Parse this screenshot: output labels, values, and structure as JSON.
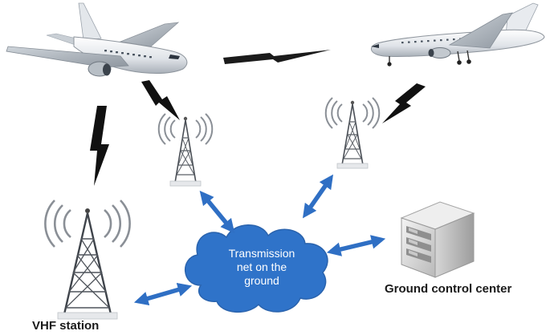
{
  "labels": {
    "vhf_station": "VHF station",
    "ground_control_center": "Ground control center",
    "cloud_line1": "Transmission",
    "cloud_line2": "net on the",
    "cloud_line3": "ground"
  },
  "colors": {
    "cloud": "#2f73c9",
    "arrow": "#2f6fc4",
    "lightning": "#111111",
    "text": "#1a1a1a"
  },
  "icons": {
    "aircraft": "airplane-icon",
    "tower": "radio-tower-icon",
    "server": "server-icon",
    "cloud": "cloud-icon",
    "link": "lightning-bolt-icon"
  }
}
